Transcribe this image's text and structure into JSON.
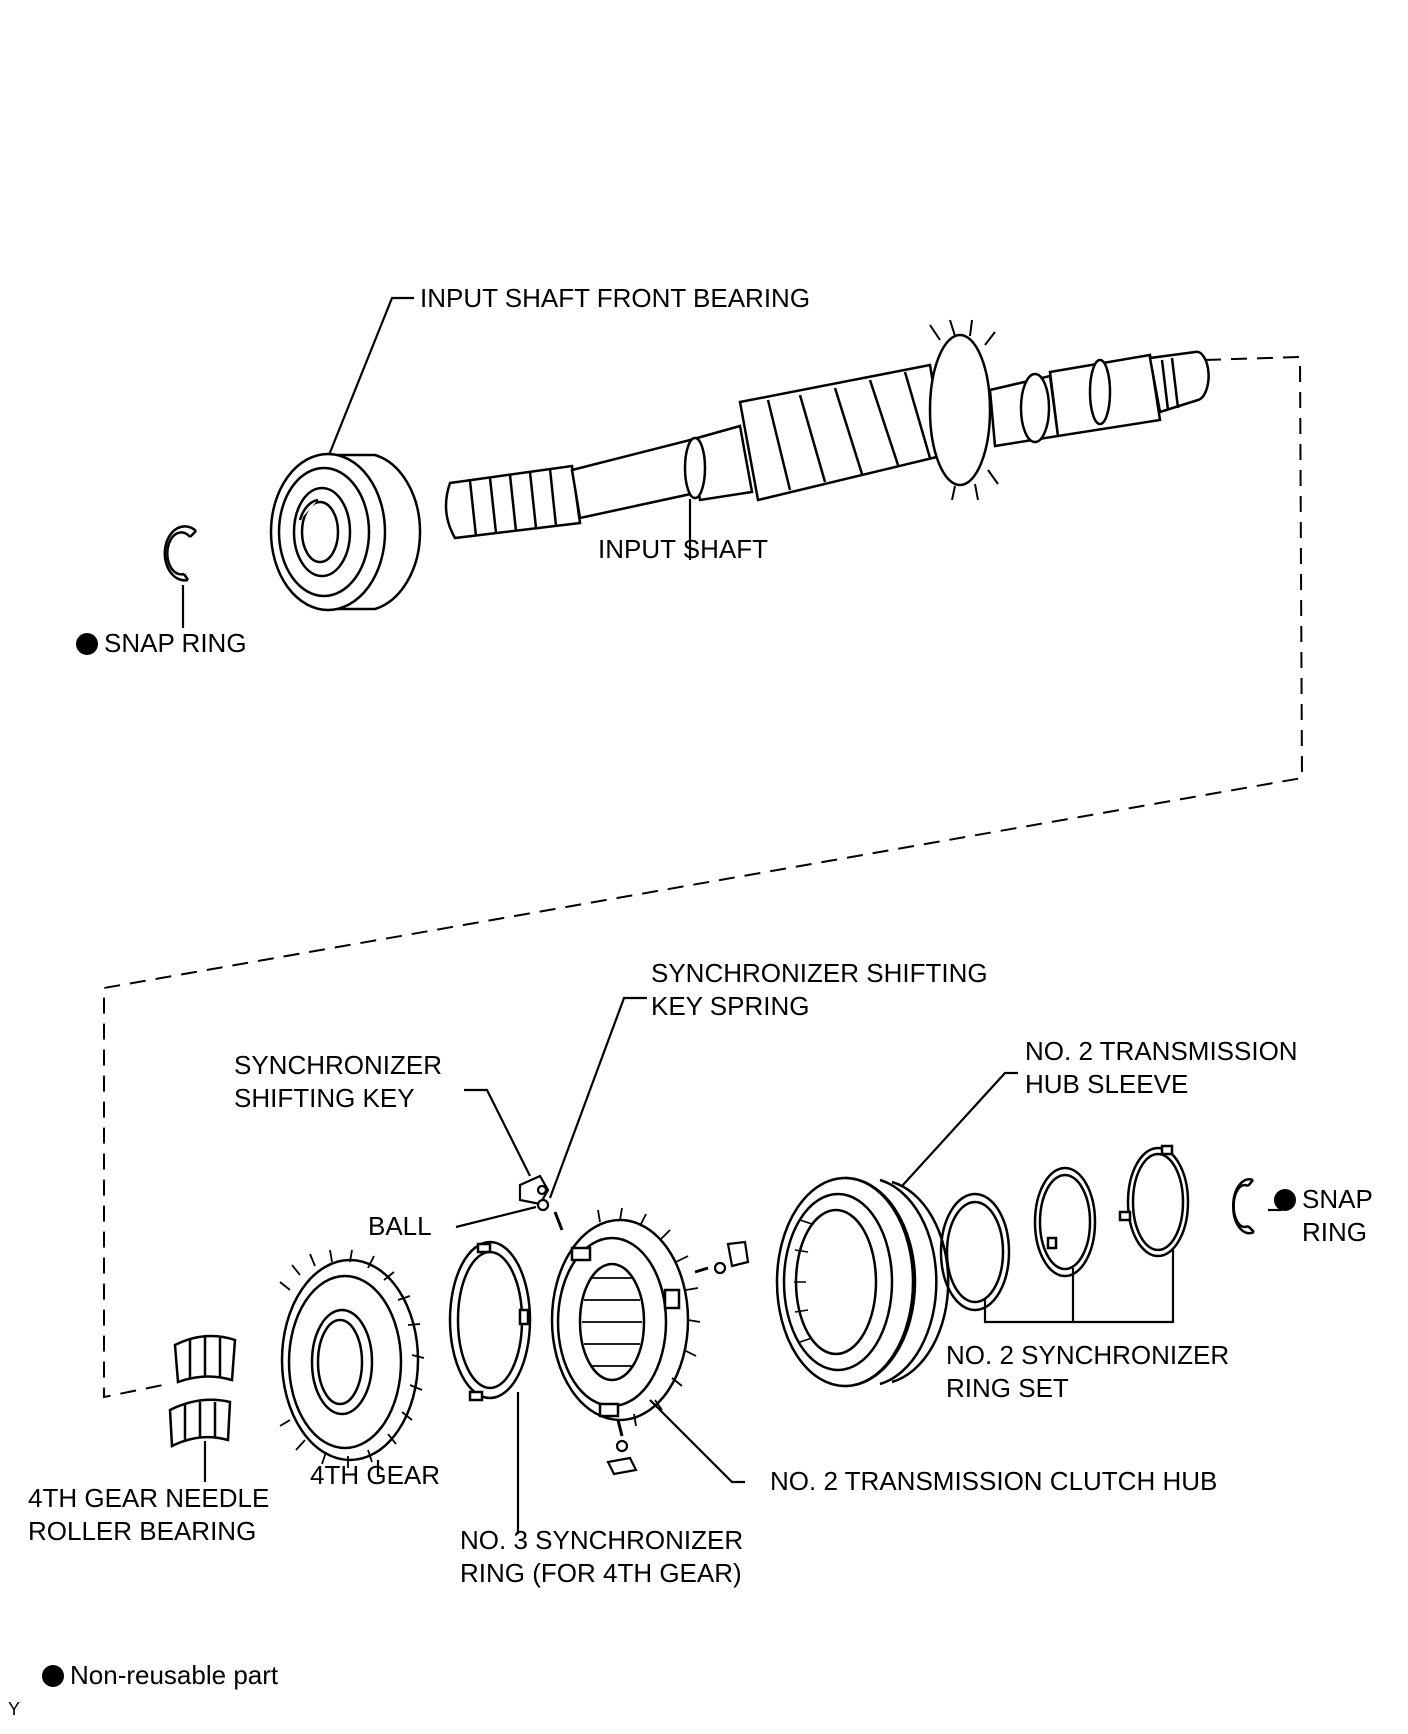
{
  "labels": {
    "input_shaft_front_bearing": "INPUT SHAFT FRONT BEARING",
    "input_shaft": "INPUT SHAFT",
    "snap_ring_top": "SNAP RING",
    "sync_shifting_key_spring_l1": "SYNCHRONIZER SHIFTING",
    "sync_shifting_key_spring_l2": "KEY SPRING",
    "sync_shifting_key_l1": "SYNCHRONIZER",
    "sync_shifting_key_l2": "SHIFTING KEY",
    "ball": "BALL",
    "hub_sleeve_l1": "NO. 2 TRANSMISSION",
    "hub_sleeve_l2": "HUB SLEEVE",
    "snap_ring_right_l1": "SNAP",
    "snap_ring_right_l2": "RING",
    "ring_set_l1": "NO. 2 SYNCHRONIZER",
    "ring_set_l2": "RING SET",
    "clutch_hub": "NO. 2 TRANSMISSION CLUTCH HUB",
    "needle_bearing_l1": "4TH GEAR NEEDLE",
    "needle_bearing_l2": "ROLLER BEARING",
    "fourth_gear": "4TH GEAR",
    "sync_ring_no3_l1": "NO. 3 SYNCHRONIZER",
    "sync_ring_no3_l2": "RING (FOR 4TH GEAR)"
  },
  "legend": {
    "symbol": "filled-circle-icon",
    "text": "Non-reusable part"
  },
  "figure_code": "Y"
}
